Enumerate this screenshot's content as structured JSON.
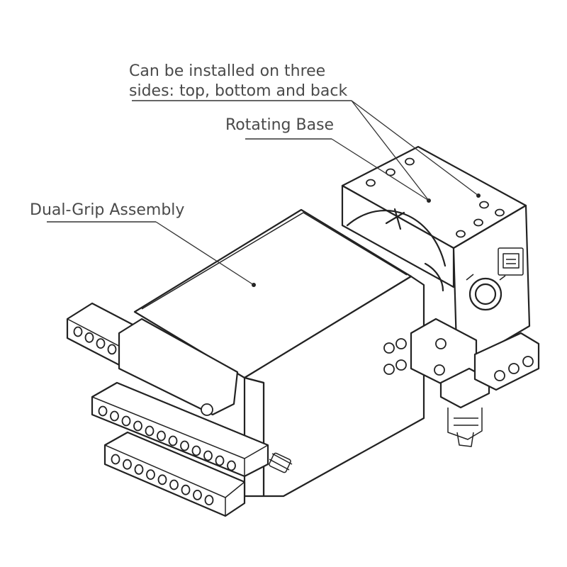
{
  "callouts": {
    "mounting": {
      "line1": "Can be installed on three",
      "line2": "sides: top, bottom and back"
    },
    "rotating_base": "Rotating Base",
    "dual_grip": "Dual-Grip Assembly"
  },
  "colors": {
    "text": "#4a4a4a",
    "line": "#222222",
    "background": "#ffffff"
  }
}
